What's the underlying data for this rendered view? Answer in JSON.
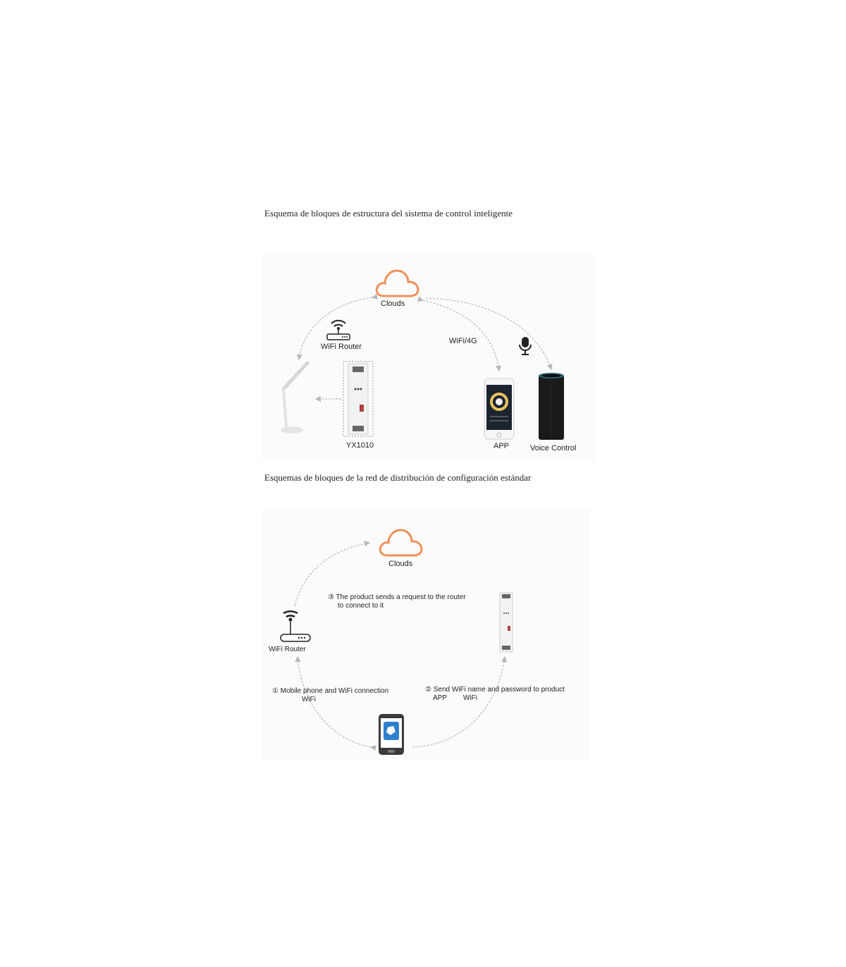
{
  "captions": {
    "system_structure": "Esquema de bloques de estructura del sistema de control inteligente",
    "network_config": "Esquemas de bloques de la red de distribución de configuración estándar"
  },
  "diagram1": {
    "clouds": "Clouds",
    "wifi_router": "WiFi Router",
    "link_label": "WiFi/4G",
    "device": "YX1010",
    "app": "APP",
    "voice_control": "Voice Control"
  },
  "diagram2": {
    "clouds": "Clouds",
    "wifi_router": "WiFi Router",
    "step3_line1": "③ The product sends a request to the router",
    "step3_line2": "to connect to it",
    "step1_line1": "① Mobile phone and WiFi connection",
    "step1_line2": "WiFi",
    "step2_line1": "② Send WiFi name and password to product",
    "step2_line2a": "APP",
    "step2_line2b": "WiFi"
  },
  "colors": {
    "cloud_outline": "#f0905a",
    "arrow": "#b8b8b8"
  }
}
